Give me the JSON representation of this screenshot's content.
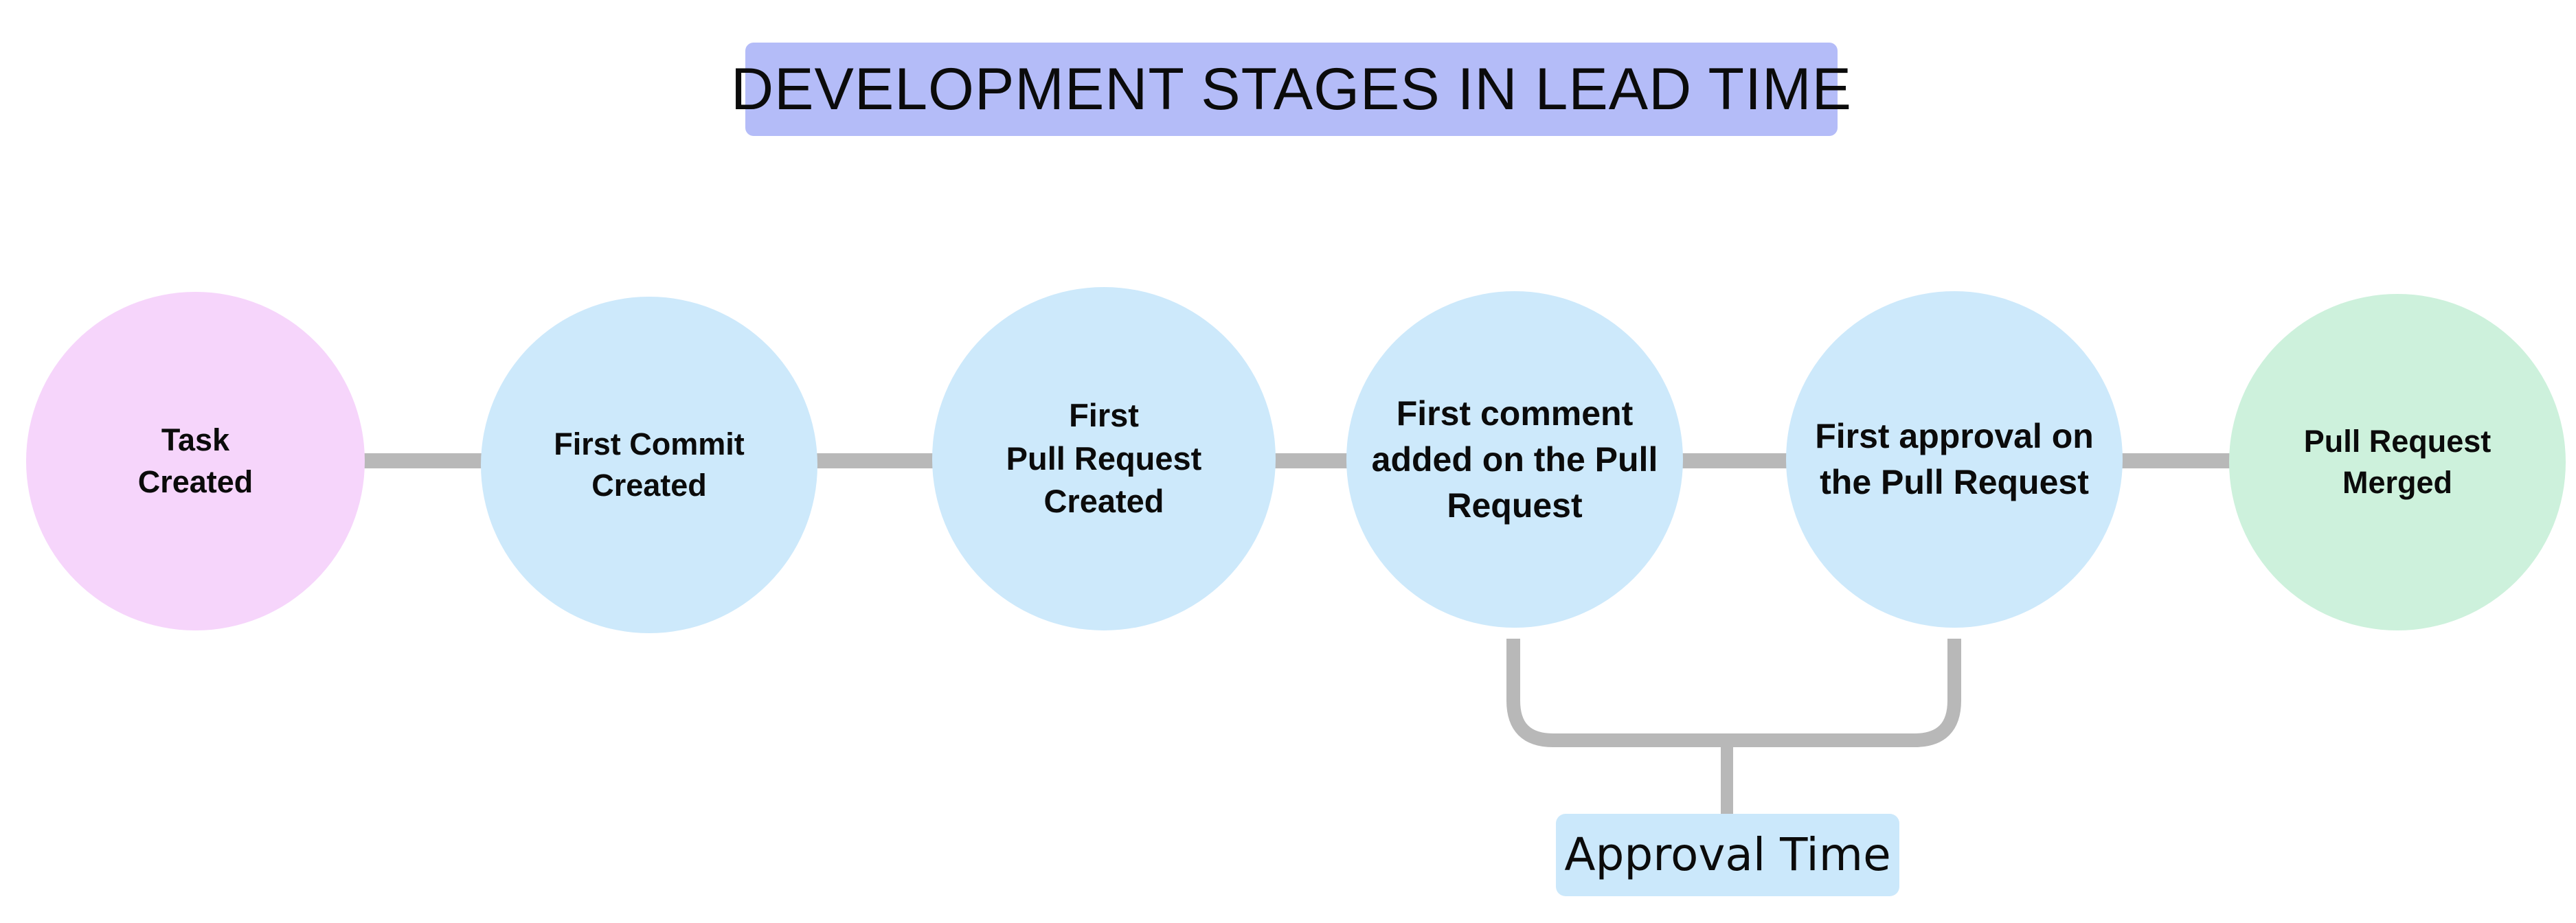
{
  "diagram": {
    "title": "DEVELOPMENT STAGES IN LEAD TIME",
    "title_bg_color": "#b4bcf8",
    "background_color": "#ffffff",
    "connector_color": "#b8b8b8",
    "stages": [
      {
        "id": "task-created",
        "label": "Task\nCreated",
        "color": "#f6d5fb",
        "order": 1
      },
      {
        "id": "first-commit-created",
        "label": "First Commit\nCreated",
        "color": "#cde9fb",
        "order": 2
      },
      {
        "id": "first-pull-request-created",
        "label": "First\nPull Request\nCreated",
        "color": "#cde9fb",
        "order": 3
      },
      {
        "id": "first-comment-added",
        "label": "First comment\nadded on the Pull\nRequest",
        "color": "#cde9fb",
        "order": 4
      },
      {
        "id": "first-approval",
        "label": "First approval on\nthe Pull Request",
        "color": "#cde9fb",
        "order": 5
      },
      {
        "id": "pull-request-merged",
        "label": "Pull Request\nMerged",
        "color": "#cdf1dc",
        "order": 6
      }
    ],
    "annotation": {
      "label": "Approval Time",
      "bg_color": "#cbe8fb",
      "spans_from": "first-comment-added",
      "spans_to": "first-approval"
    }
  }
}
